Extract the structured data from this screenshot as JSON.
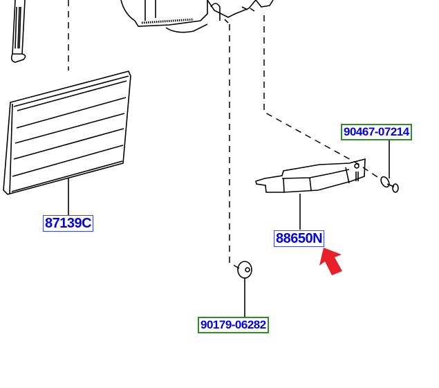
{
  "parts": [
    {
      "id": "87139C",
      "label": "87139C",
      "border": "blue"
    },
    {
      "id": "88650N",
      "label": "88650N",
      "border": "blue",
      "highlighted": true
    },
    {
      "id": "90467-07214",
      "label": "90467-07214",
      "border": "green"
    },
    {
      "id": "90179-06282",
      "label": "90179-06282",
      "border": "green"
    }
  ],
  "colors": {
    "label_text": "#0000ee",
    "blue_border": "#3344ff",
    "green_border": "#2e8b2e",
    "arrow": "#e8202a"
  }
}
